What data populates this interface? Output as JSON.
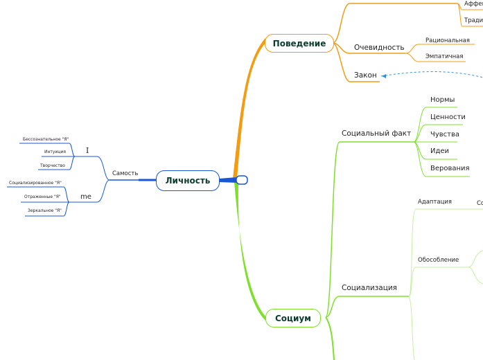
{
  "colors": {
    "orange": "#f39c12",
    "green": "#7ee02a",
    "blue": "#1a57d4",
    "dashed": "#2f8fd8"
  },
  "central": {
    "label": "Личность"
  },
  "right": {
    "behavior": {
      "label": "Поведение",
      "top_items": [
        "Аффек",
        "Тради"
      ],
      "evidence": {
        "label": "Очевидность",
        "items": [
          "Рациональная",
          "Эмпатичная"
        ]
      },
      "law": "Закон"
    },
    "society": {
      "label": "Социум",
      "social_fact": {
        "label": "Социальный факт",
        "items": [
          "Нормы",
          "Ценности",
          "Чувства",
          "Идеи",
          "Верования"
        ]
      },
      "socialization": {
        "label": "Социализация",
        "adaptation": "Адаптация",
        "adaptation_child": "Со",
        "isolation": "Обособление"
      }
    }
  },
  "left": {
    "selfhood": {
      "label": "Самость",
      "i": {
        "label": "I",
        "items": [
          "Бессознательное \"Я\"",
          "Интуиция",
          "Творчество"
        ]
      },
      "me": {
        "label": "me",
        "items": [
          "Социализированное \"Я\"",
          "Отраженные \"Я\"",
          "Зеркальное \"Я\""
        ]
      }
    }
  }
}
